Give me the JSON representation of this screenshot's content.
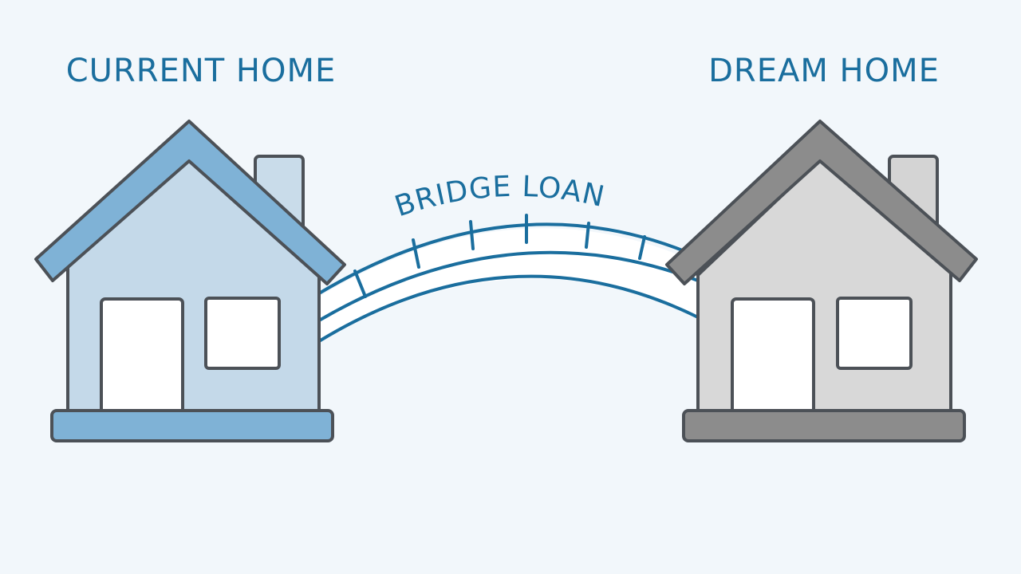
{
  "labels": {
    "current_home": "CURRENT HOME",
    "dream_home": "DREAM HOME",
    "bridge": "BRIDGE LOAN"
  },
  "colors": {
    "background": "#f2f7fb",
    "label_text": "#1a6e9e",
    "bridge_stroke": "#1a6e9e",
    "outline": "#4c5157",
    "current_home_roof": "#7fb2d6",
    "current_home_wall": "#c4d9e9",
    "current_home_chimney": "#c9dcea",
    "dream_home_roof": "#8c8c8c",
    "dream_home_wall": "#d8d8d8",
    "dream_home_chimney": "#d4d4d4",
    "window_fill": "#ffffff"
  }
}
